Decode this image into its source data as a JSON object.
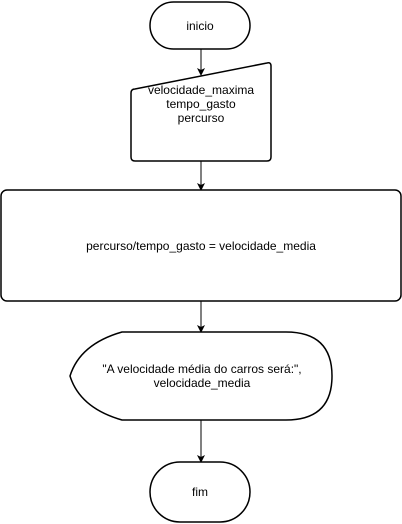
{
  "flowchart": {
    "start": {
      "label": "inicio"
    },
    "input": {
      "lines": [
        "velocidade_maxima",
        "tempo_gasto",
        "percurso"
      ]
    },
    "process": {
      "label": "percurso/tempo_gasto = velocidade_media"
    },
    "display": {
      "lines": [
        "\"A velocidade média do carros será:\",",
        "velocidade_media"
      ]
    },
    "end": {
      "label": "fim"
    }
  },
  "colors": {
    "stroke": "#000000",
    "fill": "#ffffff",
    "text": "#000000"
  }
}
